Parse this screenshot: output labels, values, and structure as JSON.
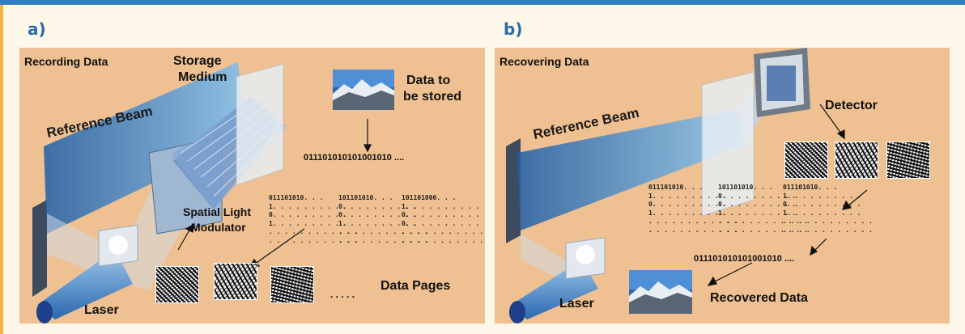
{
  "panel_a": {
    "label": "a)",
    "title": "Recording Data",
    "storage": "Storage\nMedium",
    "storage_line1": "Storage",
    "storage_line2": "Medium",
    "data_to_line1": "Data to",
    "data_to_line2": "be stored",
    "reference_beam": "Reference Beam",
    "binary_string": "011101010101001010 ....",
    "slm_line1": "Spatial Light",
    "slm_line2": "Modulator",
    "laser": "Laser",
    "data_pages": "Data Pages",
    "ellipsis": ". . . . .",
    "bit_columns": [
      "011101010. . .\n1. . . . . . . . . .\n0. . . . . . . . . .\n1. . . . . . . . . .\n. . . . . . . . . . . .\n. . . . . . . . . . . .",
      "101101010. . .\n0. . . . . . . . . .\n0. . . . . . . . . .\n1. . . . . . . . . .\n. . . . . . . . . . . .\n. . . . . . . . . . . .",
      "101101000. . .\n1. . . . . . . . . .\n0. . . . . . . . . .\n0. . . . . . . . . .\n. . . . . . . . . . . .\n. . . . . . . . . . . ."
    ]
  },
  "panel_b": {
    "label": "b)",
    "title": "Recovering Data",
    "detector": "Detector",
    "reference_beam": "Reference Beam",
    "binary_string": "011101010101001010 ....",
    "laser": "Laser",
    "recovered": "Recovered Data",
    "bit_columns": [
      "011101010. . .\n1. . . . . . . . . .\n0. . . . . . . . . .\n1. . . . . . . . . .\n. . . . . . . . . . . .\n. . . . . . . . . . . .",
      "101101010. . .\n0. . . . . . . . . .\n0. . . . . . . . . .\n1. . . . . . . . . .\n. . . . . . . . . . . .\n. . . . . . . . . . . .",
      "011101010. . .\n1. . . . . . . . . .\n0. . . . . . . . . .\n1. . . . . . . . . .\n. . . . . . . . . . . .\n. . . . . . . . . . . ."
    ]
  },
  "colors": {
    "frame_blue": "#2f7fc1",
    "frame_orange": "#f3b23f",
    "panel_bg": "#efc091",
    "label_blue": "#2b6aa6"
  }
}
